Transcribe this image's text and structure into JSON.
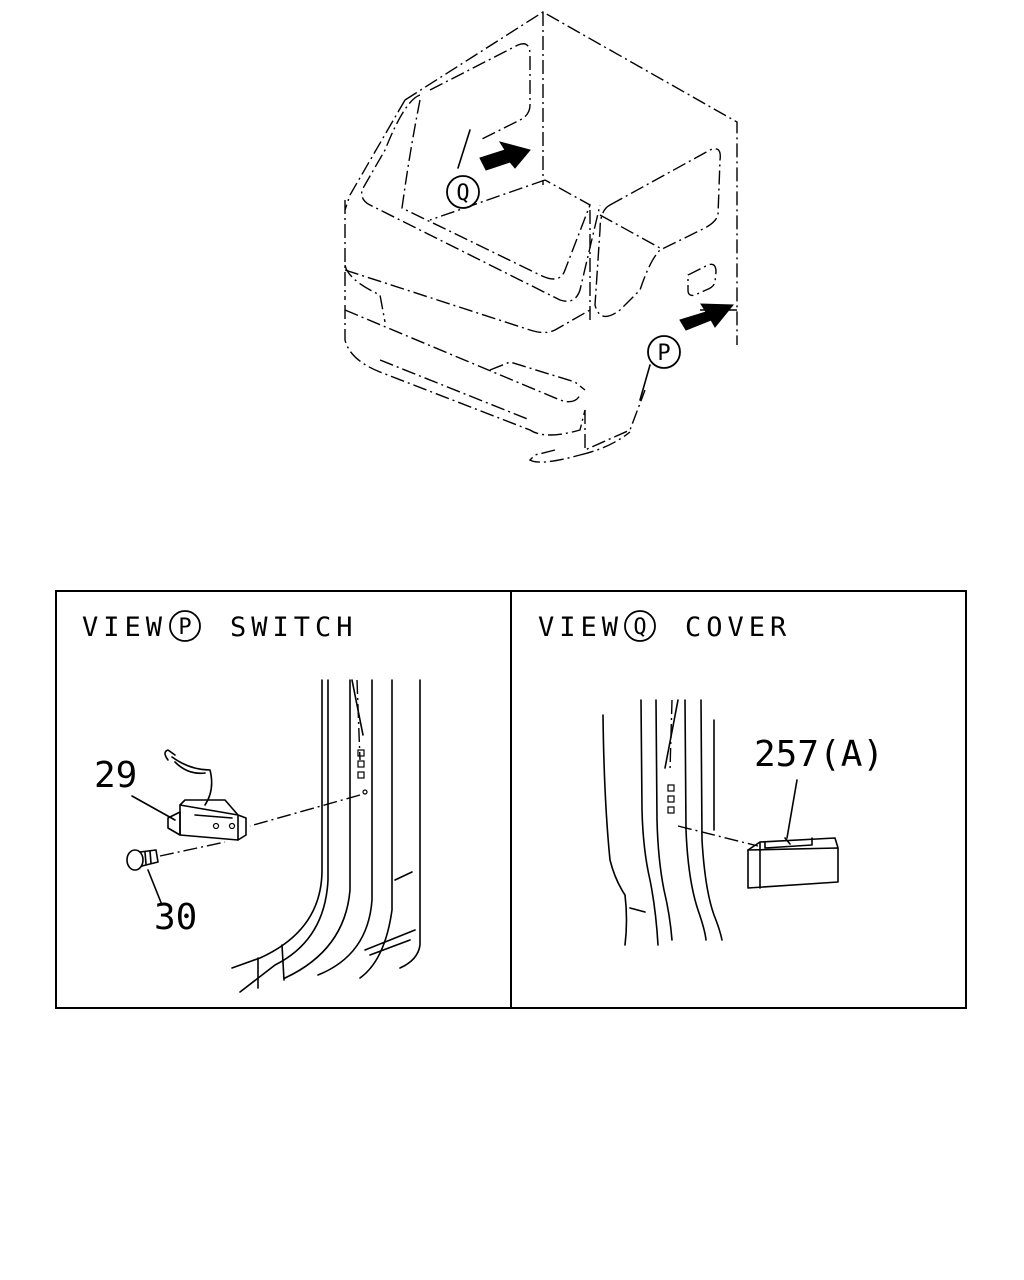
{
  "overview": {
    "callout_p": "P",
    "callout_q": "Q"
  },
  "panel_p": {
    "view_word": "VIEW",
    "view_letter": "P",
    "title": "SWITCH",
    "parts": [
      "29",
      "30"
    ]
  },
  "panel_q": {
    "view_word": "VIEW",
    "view_letter": "Q",
    "title": "COVER",
    "parts": [
      "257(A)"
    ]
  }
}
